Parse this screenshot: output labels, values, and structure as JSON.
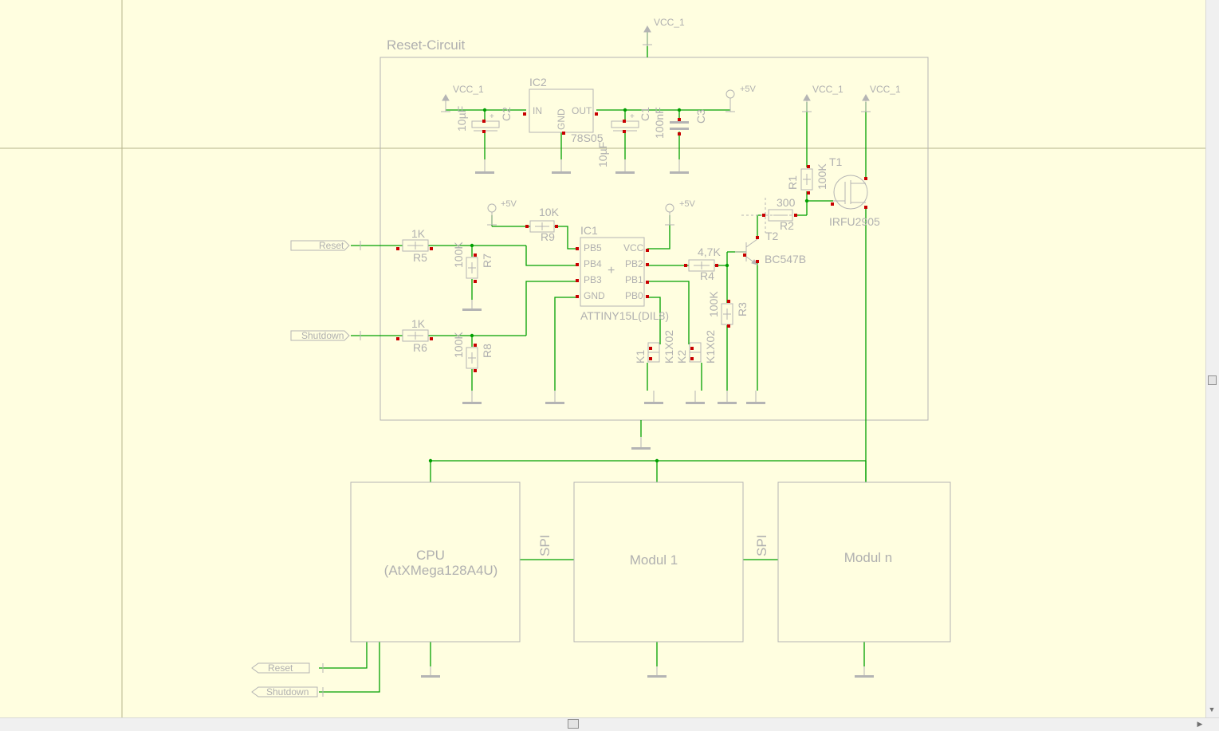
{
  "colors": {
    "background": "#fffee0",
    "wire": "#00a000",
    "symbol": "#b4b4b4",
    "text": "#b0b0b0",
    "pin": "#c80000"
  },
  "frame": {
    "title": "Reset-Circuit"
  },
  "ic2": {
    "name": "IC2",
    "value": "78S05",
    "pin_in": "IN",
    "pin_gnd": "GND",
    "pin_out": "OUT"
  },
  "ic1": {
    "name": "IC1",
    "value": "ATTINY15L(DIL8)",
    "pins": {
      "pb5": "PB5",
      "pb4": "PB4",
      "pb3": "PB3",
      "gnd": "GND",
      "vcc": "VCC",
      "pb2": "PB2",
      "pb1": "PB1",
      "pb0": "PB0"
    },
    "plus": "+"
  },
  "capacitors": {
    "c2": {
      "name": "C2",
      "value": "10µF"
    },
    "c1": {
      "name": "C1",
      "value": "10µF"
    },
    "c3": {
      "name": "C3",
      "value": "100nF"
    }
  },
  "resistors": {
    "r1": {
      "name": "R1",
      "value": "100K"
    },
    "r2": {
      "name": "R2",
      "value": "300"
    },
    "r3": {
      "name": "R3",
      "value": "100K"
    },
    "r4": {
      "name": "R4",
      "value": "4,7K"
    },
    "r5": {
      "name": "R5",
      "value": "1K"
    },
    "r6": {
      "name": "R6",
      "value": "1K"
    },
    "r7": {
      "name": "R7",
      "value": "100K"
    },
    "r8": {
      "name": "R8",
      "value": "100K"
    },
    "r9": {
      "name": "R9",
      "value": "10K"
    }
  },
  "transistors": {
    "t1": {
      "name": "T1",
      "value": "IRFU2905"
    },
    "t2": {
      "name": "T2",
      "value": "BC547B"
    }
  },
  "jumpers": {
    "k1": {
      "name": "K1",
      "value": "K1X02"
    },
    "k2": {
      "name": "K2",
      "value": "K1X02"
    }
  },
  "supplies": {
    "vcc1": "VCC_1",
    "plus5v": "+5V",
    "plus_sign": "+"
  },
  "ports": {
    "reset": "Reset",
    "shutdown": "Shutdown"
  },
  "blocks": {
    "cpu_line1": "CPU",
    "cpu_line2": "(AtXMega128A4U)",
    "modul1": "Modul 1",
    "moduln": "Modul n",
    "spi": "SPI"
  }
}
